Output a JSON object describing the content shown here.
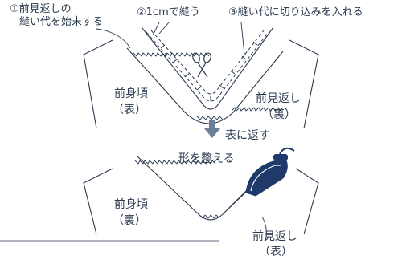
{
  "steps": {
    "step1_line1": "①前見返しの",
    "step1_line2": "縫い代を始末する",
    "step2": "②1cmで縫う",
    "step3": "③縫い代に切り込みを入れる"
  },
  "top_diagram": {
    "body_label_1": "前身頃",
    "body_label_2": "（表）",
    "facing_label_1": "前見返し",
    "facing_label_2": "（裏）"
  },
  "middle": {
    "turn_text": "表に返す",
    "shape_text": "形を整える"
  },
  "bottom_diagram": {
    "body_label_1": "前身頃",
    "body_label_2": "（裏）",
    "facing_label_1": "前見返し",
    "facing_label_2": "（表）"
  },
  "icons": [
    "scissors-icon",
    "down-arrow-icon",
    "iron-icon"
  ],
  "colors": {
    "line": "#2b3a4f",
    "arrow": "#6b7f9a",
    "iron": "#1f3a6a"
  }
}
